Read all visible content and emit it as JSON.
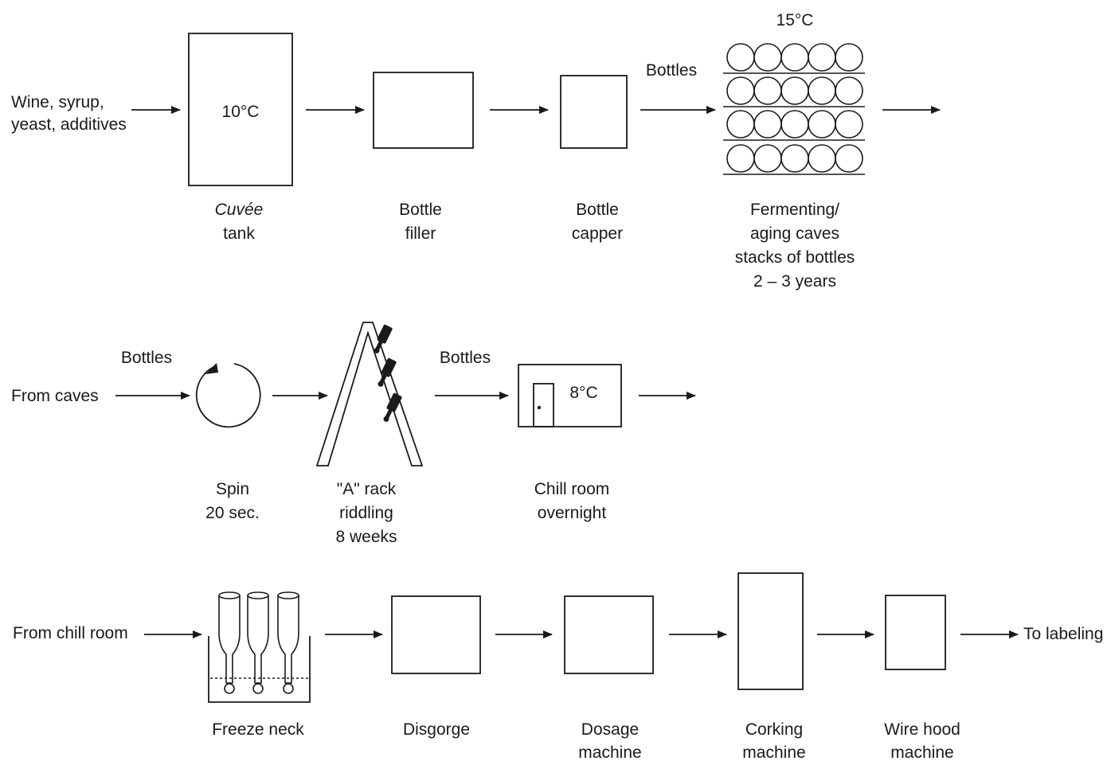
{
  "row1": {
    "input": [
      "Wine, syrup,",
      "yeast, additives"
    ],
    "tank_temp": "10°C",
    "tank_label": [
      "Cuvée",
      "tank"
    ],
    "filler_label": [
      "Bottle",
      "filler"
    ],
    "capper_label": [
      "Bottle",
      "capper"
    ],
    "bottles_label": "Bottles",
    "cave_temp": "15°C",
    "cave_label": [
      "Fermenting/",
      "aging caves",
      "stacks of bottles",
      "2 – 3 years"
    ]
  },
  "row2": {
    "input": "From caves",
    "bottles_label_1": "Bottles",
    "spin_label": [
      "Spin",
      "20 sec."
    ],
    "rack_label": [
      "\"A\" rack",
      "riddling",
      "8 weeks"
    ],
    "bottles_label_2": "Bottles",
    "chill_temp": "8°C",
    "chill_label": [
      "Chill room",
      "overnight"
    ]
  },
  "row3": {
    "input": "From chill room",
    "freeze_label": "Freeze neck",
    "disgorge_label": "Disgorge",
    "dosage_label": [
      "Dosage",
      "machine"
    ],
    "corking_label": [
      "Corking",
      "machine"
    ],
    "wirehood_label": [
      "Wire hood",
      "machine"
    ],
    "output": "To labeling"
  }
}
